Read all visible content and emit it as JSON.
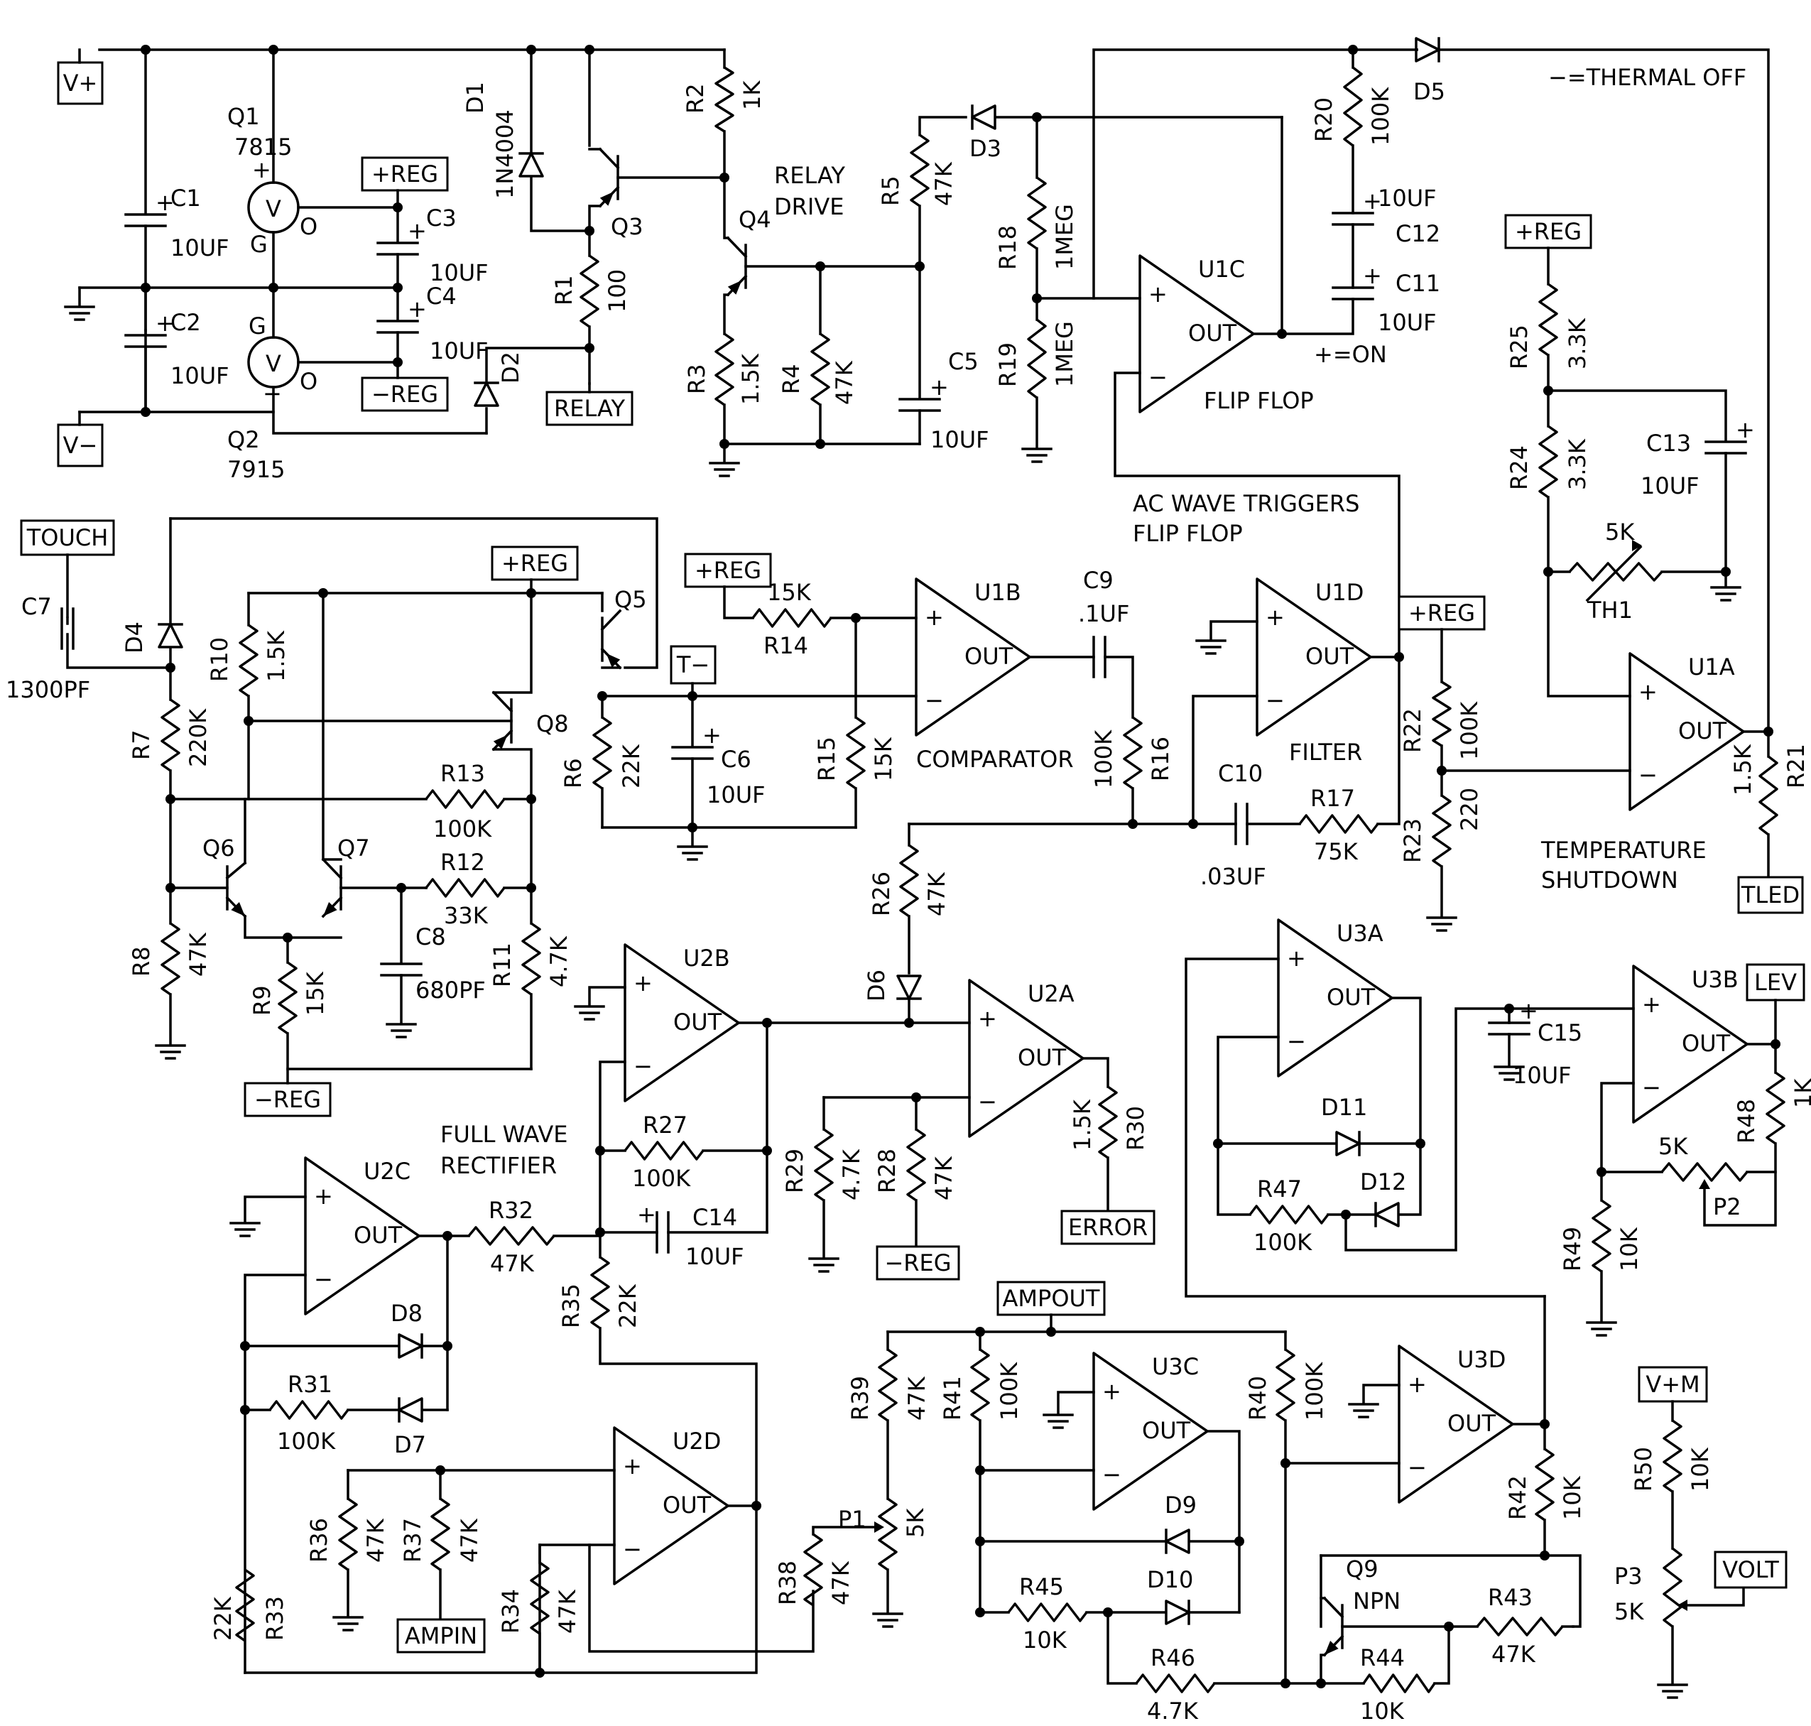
{
  "note": "−=THERMAL OFF",
  "ports": {
    "vplus": "V+",
    "vminus": "V−",
    "reg_q1": "+REG",
    "nreg_q2": "−REG",
    "relay": "RELAY",
    "touch": "TOUCH",
    "reg_q5": "+REG",
    "t_minus": "T−",
    "reg_r14": "+REG",
    "nreg_r9": "−REG",
    "reg_r25": "+REG",
    "reg_r22": "+REG",
    "tled": "TLED",
    "lev": "LEV",
    "error": "ERROR",
    "nreg_r28": "−REG",
    "ampout": "AMPOUT",
    "ampin": "AMPIN",
    "vm": "V+M",
    "volt": "VOLT"
  },
  "captions": {
    "relay1": "RELAY",
    "relay2": "DRIVE",
    "flipflop": "FLIP FLOP",
    "ac1": "AC WAVE TRIGGERS",
    "ac2": "FLIP FLOP",
    "comparator": "COMPARATOR",
    "filter": "FILTER",
    "temp1": "TEMPERATURE",
    "temp2": "SHUTDOWN",
    "fwr1": "FULL WAVE",
    "fwr2": "RECTIFIER",
    "on": "+=ON"
  },
  "opamp": {
    "plus": "+",
    "minus": "−",
    "out": "OUT"
  },
  "reg": {
    "v": "V",
    "g": "G",
    "o": "O",
    "plus": "+",
    "minus": "−"
  },
  "labels": {
    "q1": "Q1",
    "q1v": "7815",
    "q2": "Q2",
    "q2v": "7915",
    "c1": "C1",
    "c1v": "10UF",
    "c2": "C2",
    "c2v": "10UF",
    "c3": "C3",
    "c3v": "10UF",
    "c4": "C4",
    "c4v": "10UF",
    "d1": "D1",
    "d1v": "1N4004",
    "d2": "D2",
    "q3": "Q3",
    "r1": "R1",
    "r1v": "100",
    "r2": "R2",
    "r2v": "1K",
    "q4": "Q4",
    "r3": "R3",
    "r3v": "1.5K",
    "r4": "R4",
    "r4v": "47K",
    "r5": "R5",
    "r5v": "47K",
    "c5": "C5",
    "c5v": "10UF",
    "d3": "D3",
    "r18": "R18",
    "r18v": "1MEG",
    "r19": "R19",
    "r19v": "1MEG",
    "u1c": "U1C",
    "r20": "R20",
    "r20v": "100K",
    "d5": "D5",
    "c12": "C12",
    "c12v": "10UF",
    "c11": "C11",
    "c11v": "10UF",
    "r25": "R25",
    "r25v": "3.3K",
    "r24": "R24",
    "r24v": "3.3K",
    "c13": "C13",
    "c13v": "10UF",
    "th1": "TH1",
    "th1v": "5K",
    "r22": "R22",
    "r22v": "100K",
    "r23": "R23",
    "r23v": "220",
    "u1a": "U1A",
    "r21": "R21",
    "r21v": "1.5K",
    "c7": "C7",
    "c7v": "1300PF",
    "d4": "D4",
    "r7": "R7",
    "r7v": "220K",
    "r10": "R10",
    "r10v": "1.5K",
    "q5": "Q5",
    "q8": "Q8",
    "r13": "R13",
    "r13v": "100K",
    "q6": "Q6",
    "q7": "Q7",
    "r12": "R12",
    "r12v": "33K",
    "r8": "R8",
    "r8v": "47K",
    "r9": "R9",
    "r9v": "15K",
    "c8": "C8",
    "c8v": "680PF",
    "r11": "R11",
    "r11v": "4.7K",
    "r6": "R6",
    "r6v": "22K",
    "c6": "C6",
    "c6v": "10UF",
    "r14": "R14",
    "r14v": "15K",
    "r15": "R15",
    "r15v": "15K",
    "u1b": "U1B",
    "c9": "C9",
    "c9v": ".1UF",
    "r16": "R16",
    "r16v": "100K",
    "u1d": "U1D",
    "c10": "C10",
    "c10v": ".03UF",
    "r17": "R17",
    "r17v": "75K",
    "r26": "R26",
    "r26v": "47K",
    "d6": "D6",
    "u2a": "U2A",
    "r29": "R29",
    "r29v": "4.7K",
    "r28": "R28",
    "r28v": "47K",
    "r30": "R30",
    "r30v": "1.5K",
    "u2b": "U2B",
    "r27": "R27",
    "r27v": "100K",
    "c14": "C14",
    "c14v": "10UF",
    "r32": "R32",
    "r32v": "47K",
    "u2c": "U2C",
    "r35": "R35",
    "r35v": "22K",
    "d8": "D8",
    "r31": "R31",
    "r31v": "100K",
    "d7": "D7",
    "u2d": "U2D",
    "r36": "R36",
    "r36v": "47K",
    "r37": "R37",
    "r37v": "47K",
    "r34": "R34",
    "r34v": "47K",
    "r33": "R33",
    "r33v": "22K",
    "r38": "R38",
    "r38v": "47K",
    "p1": "P1",
    "p1v": "5K",
    "r39": "R39",
    "r39v": "47K",
    "r41": "R41",
    "r41v": "100K",
    "u3c": "U3C",
    "r40": "R40",
    "r40v": "100K",
    "d9": "D9",
    "d10": "D10",
    "r45": "R45",
    "r45v": "10K",
    "r46": "R46",
    "r46v": "4.7K",
    "u3a": "U3A",
    "d11": "D11",
    "d12": "D12",
    "r47": "R47",
    "r47v": "100K",
    "u3d": "U3D",
    "r42": "R42",
    "r42v": "10K",
    "q9": "Q9",
    "q9v": "NPN",
    "r43": "R43",
    "r43v": "47K",
    "r44": "R44",
    "r44v": "10K",
    "c15": "C15",
    "c15v": "10UF",
    "u3b": "U3B",
    "r48": "R48",
    "r48v": "1K",
    "p2": "P2",
    "p2v": "5K",
    "r49": "R49",
    "r49v": "10K",
    "r50": "R50",
    "r50v": "10K",
    "p3": "P3",
    "p3v": "5K"
  }
}
